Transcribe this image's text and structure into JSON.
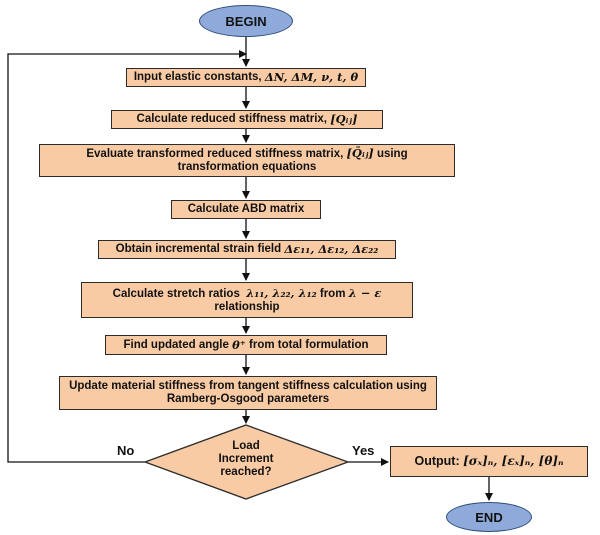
{
  "begin": "BEGIN",
  "end": "END",
  "steps": {
    "input": {
      "text": "Input elastic constants, ",
      "math": "ΔN, ΔM, ν, t, θ"
    },
    "reduced": {
      "text": "Calculate reduced stiffness matrix, ",
      "math": "[Qᵢⱼ]"
    },
    "transformed": {
      "line1": "Evaluate transformed reduced stiffness matrix, ",
      "math": "[Q̄ᵢⱼ]",
      "line1_end": " using",
      "line2": "transformation equations"
    },
    "abd": {
      "text": "Calculate ABD matrix"
    },
    "strain": {
      "text": "Obtain incremental strain field ",
      "math": "Δε₁₁, Δε₁₂, Δε₂₂"
    },
    "stretch": {
      "line1": "Calculate stretch ratios  ",
      "math1": "λ₁₁, λ₂₂, λ₁₂",
      "mid": " from ",
      "math2": "λ − ε",
      "line2": "relationship"
    },
    "angle": {
      "text": "Find updated angle ",
      "math": "θ⁺",
      "text_end": " from total formulation"
    },
    "update": {
      "line1": "Update material stiffness from tangent stiffness calculation using",
      "line2": "Ramberg-Osgood parameters"
    }
  },
  "decision": {
    "line1": "Load",
    "line2": "Increment",
    "line3": "reached?",
    "no": "No",
    "yes": "Yes"
  },
  "output": {
    "text": "Output: ",
    "math": "[σₓ]ₙ, [εₓ]ₙ, [θ]ₙ"
  }
}
